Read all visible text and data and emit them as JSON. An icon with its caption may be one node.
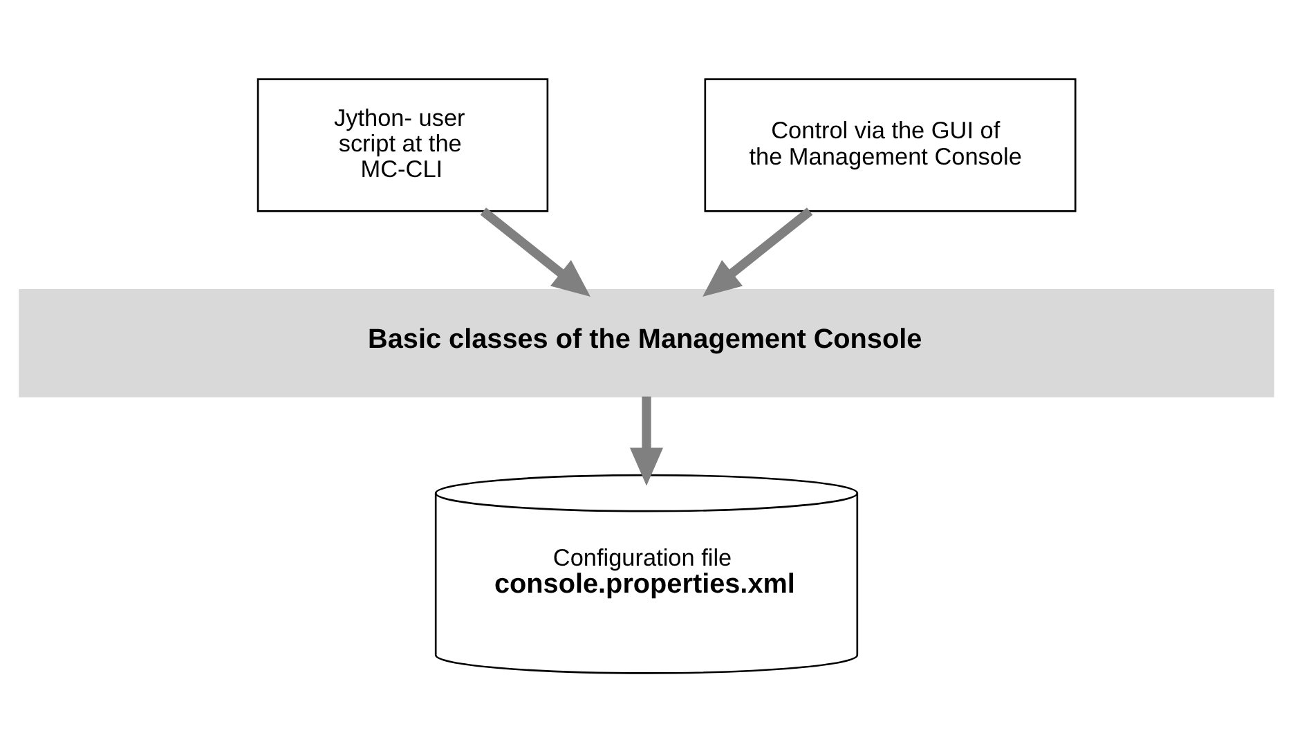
{
  "diagram": {
    "nodes": [
      {
        "text": [
          "Jython- user script at the MC-CLI"
        ]
      },
      {
        "text": [
          "Control via the GUI of the Management Console"
        ]
      },
      {
        "text": [
          "Basic classes of the Management Console"
        ]
      },
      {
        "text": [
          "Configuration file",
          "console.properties.xml"
        ]
      }
    ],
    "edges": [
      {
        "from": 0,
        "to": 2,
        "arrow": "to"
      },
      {
        "from": 1,
        "to": 2,
        "arrow": "to"
      },
      {
        "from": 2,
        "to": 3,
        "arrow": "to"
      }
    ]
  }
}
